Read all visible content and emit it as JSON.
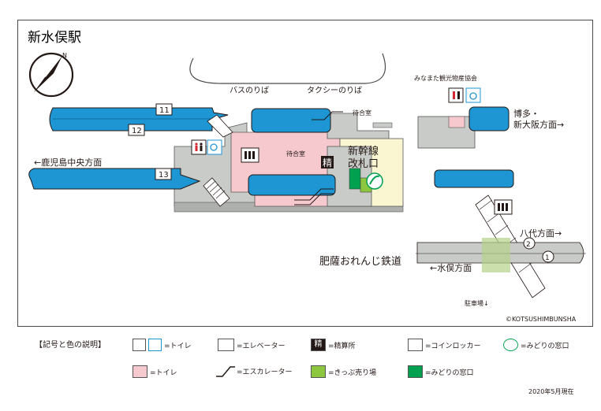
{
  "map": {
    "title": "新水俣駅",
    "copyright": "©KOTSUSHIMBUNSHA",
    "date_note": "2020年5月現在"
  },
  "platforms": {
    "track_11": "11",
    "track_12": "12",
    "track_13": "13",
    "track_1": "1",
    "track_2": "2"
  },
  "labels": {
    "bus_stop": "バスのりば",
    "taxi_stand": "タクシーのりば",
    "waiting_room_upper": "待合室",
    "waiting_room_center": "待合室",
    "shinkansen_gate_line1": "新幹線",
    "shinkansen_gate_line2": "改札口",
    "fare_adjust_char": "精",
    "kagoshima_direction": "←鹿児島中央方面",
    "hakata_direction_line1": "博多・",
    "hakata_direction_line2": "新大阪方面→",
    "minamata_tourism": "みなまた観光物産協会",
    "yatsushiro_direction": "八代方面→",
    "minamata_direction": "←水俣方面",
    "hisatsu_orange": "肥薩おれんじ鉄道",
    "parking": "駐車場↓"
  },
  "legend": {
    "title": "【記号と色の説明】",
    "toilet": "=トイレ",
    "elevator": "=エレベーター",
    "fare_adjust": "=精算所",
    "fare_adjust_char": "精",
    "coin_locker": "=コインロッカー",
    "midori_window_icon": "=みどりの窓口",
    "toilet_color": "=トイレ",
    "escalator": "=エスカレーター",
    "ticket_area": "=きっぷ売り場",
    "midori_window_color": "=みどりの窓口"
  },
  "colors": {
    "platform": "#1e96d4",
    "gray_area": "#c9cbc8",
    "pink_area": "#f6c9cf",
    "yellow_area": "#fbf6d2",
    "ticket_green": "#8dc63f",
    "midori_green": "#00a051",
    "toilet_icon_red": "#d7262e",
    "accessible_blue": "#1e96d4"
  },
  "icons": [
    "compass-icon",
    "toilet-icon",
    "accessible-toilet-icon",
    "elevator-icon",
    "fare-adjust-icon",
    "coin-locker-icon",
    "midori-window-icon",
    "escalator-icon"
  ]
}
